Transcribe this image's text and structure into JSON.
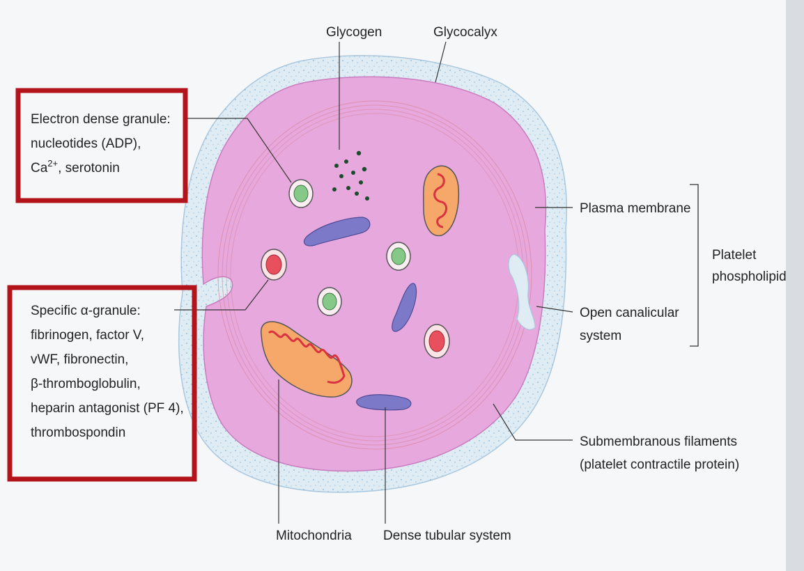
{
  "labels": {
    "glycogen": "Glycogen",
    "glycocalyx": "Glycocalyx",
    "plasma_membrane": "Plasma membrane",
    "platelet_phospholipid_line1": "Platelet",
    "platelet_phospholipid_line2": "phospholipid",
    "open_canalicular_line1": "Open canalicular",
    "open_canalicular_line2": "system",
    "submembranous_line1": "Submembranous filaments",
    "submembranous_line2": "(platelet contractile protein)",
    "mitochondria": "Mitochondria",
    "dense_tubular": "Dense tubular system"
  },
  "dense_granule": {
    "line1": "Electron dense granule:",
    "line2": "nucleotides (ADP),",
    "line3_prefix": "Ca",
    "line3_sup": "2+",
    "line3_suffix": ", serotonin"
  },
  "alpha_granule": {
    "line1": "Specific α-granule:",
    "line2": "fibrinogen, factor V,",
    "line3": "vWF, fibronectin,",
    "line4": "β-thromboglobulin,",
    "line5": "heparin antagonist (PF 4),",
    "line6": "thrombospondin"
  },
  "colors": {
    "cytoplasm": "#e6a8dd",
    "glycocalyx": "#dfecf4",
    "highlight_box": "#b3141b",
    "dense_granule": "#86c887",
    "alpha_granule": "#e8505e",
    "mitochondria": "#f6a86a",
    "dense_tubular": "#7d79c9"
  }
}
